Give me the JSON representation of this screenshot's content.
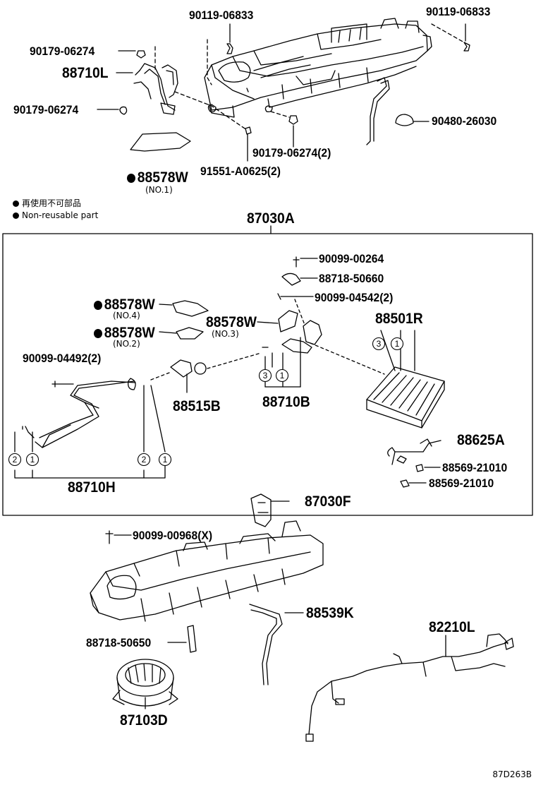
{
  "legend": {
    "jp": "再使用不可部品",
    "en": "Non-reusable part"
  },
  "assembly": "87030A",
  "figure_code": "87D263B",
  "parts": {
    "p1": "90119-06833",
    "p2": "90119-06833",
    "p3": "90179-06274",
    "p4": "88710L",
    "p5": "90179-06274",
    "p6": "90480-26030",
    "p7": "90179-06274(2)",
    "p8": "91551-A0625(2)",
    "p9": "88578W",
    "p9s": "(NO.1)",
    "p10": "90099-00264",
    "p11": "88718-50660",
    "p12": "90099-04542(2)",
    "p13": "88578W",
    "p13s": "(NO.4)",
    "p14": "88501R",
    "p15": "88578W",
    "p15s": "(NO.3)",
    "p16": "88578W",
    "p16s": "(NO.2)",
    "p17": "90099-04492(2)",
    "p18": "88515B",
    "p19": "88710B",
    "p20": "88625A",
    "p21": "88569-21010",
    "p22": "88569-21010",
    "p23": "88710H",
    "p24": "87030F",
    "p25": "90099-00968(X)",
    "p26": "88539K",
    "p27": "82210L",
    "p28": "88718-50650",
    "p29": "87103D"
  },
  "callouts": {
    "c1": "3",
    "c2": "1",
    "c3": "3",
    "c4": "1",
    "c5": "2",
    "c6": "1",
    "c7": "2",
    "c8": "1"
  }
}
